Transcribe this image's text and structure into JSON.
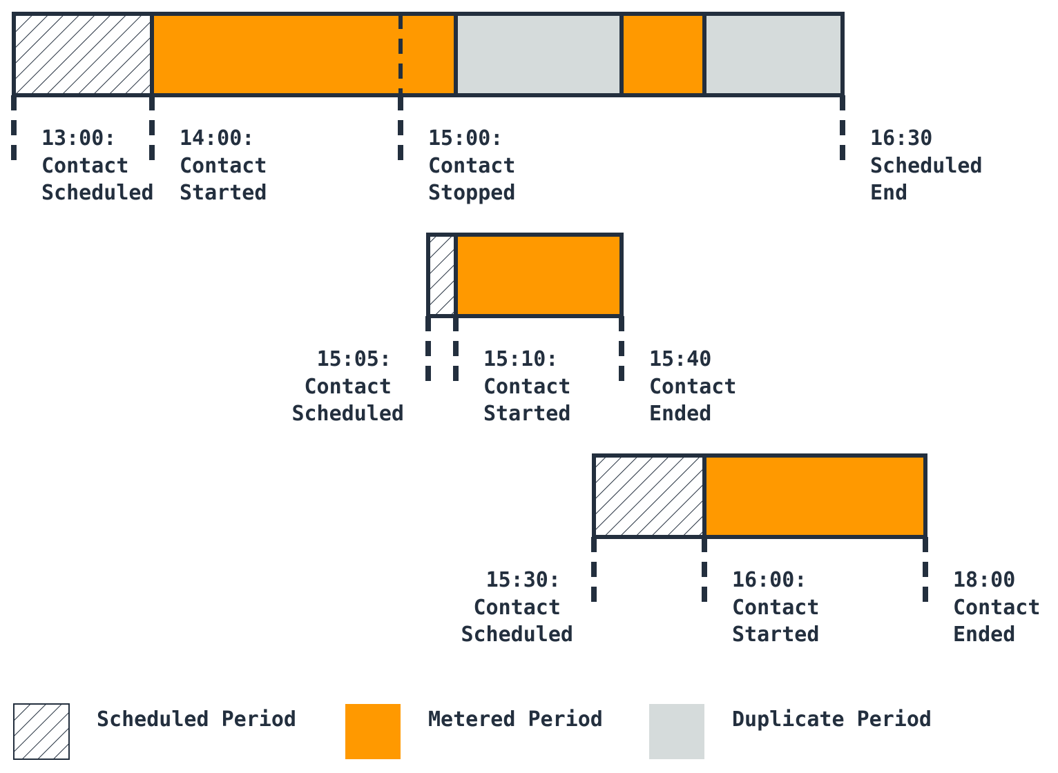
{
  "colors": {
    "outline": "#232f3e",
    "metered": "#ff9900",
    "duplicate": "#d5dbdb",
    "background": "#ffffff"
  },
  "timelines": [
    {
      "segments": [
        "scheduled",
        "metered",
        "metered",
        "duplicate",
        "metered",
        "duplicate"
      ],
      "markers": [
        {
          "line1": "13:00:",
          "line2": "Contact",
          "line3": "Scheduled"
        },
        {
          "line1": "14:00:",
          "line2": "Contact",
          "line3": "Started"
        },
        {
          "line1": "15:00:",
          "line2": "Contact",
          "line3": "Stopped"
        },
        {
          "line1": "16:30",
          "line2": "Scheduled",
          "line3": "End"
        }
      ]
    },
    {
      "segments": [
        "scheduled",
        "metered"
      ],
      "markers": [
        {
          "line1": "15:05:",
          "line2": "Contact",
          "line3": "Scheduled"
        },
        {
          "line1": "15:10:",
          "line2": "Contact",
          "line3": "Started"
        },
        {
          "line1": "15:40",
          "line2": "Contact",
          "line3": "Ended"
        }
      ]
    },
    {
      "segments": [
        "scheduled",
        "metered"
      ],
      "markers": [
        {
          "line1": "15:30:",
          "line2": "Contact",
          "line3": "Scheduled"
        },
        {
          "line1": "16:00:",
          "line2": "Contact",
          "line3": "Started"
        },
        {
          "line1": "18:00",
          "line2": "Contact",
          "line3": "Ended"
        }
      ]
    }
  ],
  "legend": {
    "scheduled_label": "Scheduled Period",
    "metered_label": "Metered Period",
    "duplicate_label": "Duplicate Period"
  }
}
